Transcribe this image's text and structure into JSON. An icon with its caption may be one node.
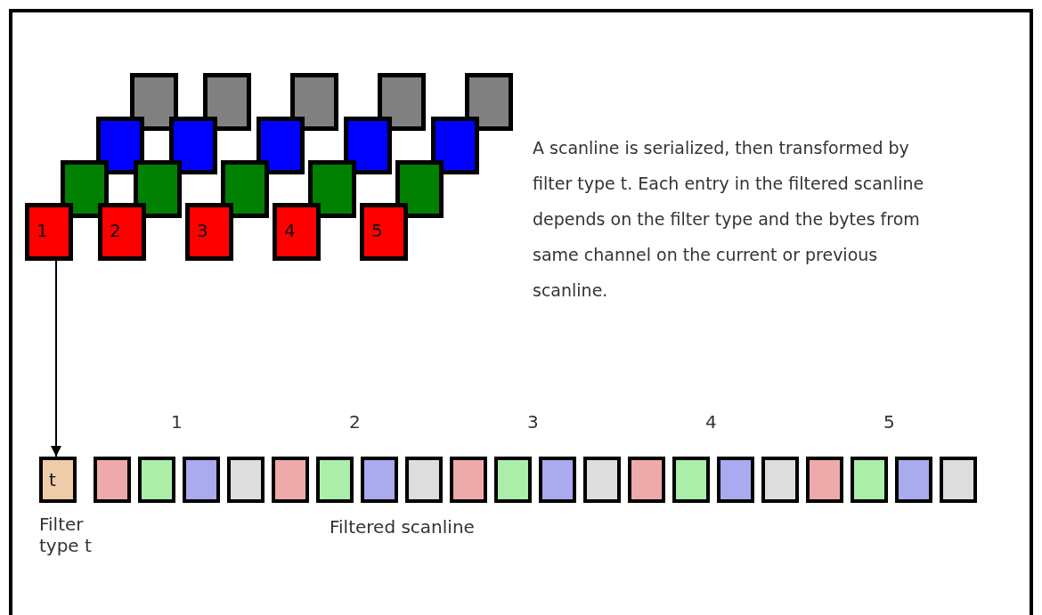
{
  "diagram": {
    "nodes": [
      {
        "text": [],
        "shape": "box"
      },
      {
        "text": [],
        "shape": "box"
      },
      {
        "text": [],
        "shape": "box"
      },
      {
        "text": [],
        "shape": "box"
      },
      {
        "text": [],
        "shape": "box"
      },
      {
        "text": [],
        "shape": "box"
      },
      {
        "text": [],
        "shape": "box"
      },
      {
        "text": [],
        "shape": "box"
      },
      {
        "text": [],
        "shape": "box"
      },
      {
        "text": [],
        "shape": "box"
      },
      {
        "text": [],
        "shape": "box"
      },
      {
        "text": [],
        "shape": "box"
      },
      {
        "text": [],
        "shape": "box"
      },
      {
        "text": [],
        "shape": "box"
      },
      {
        "text": [],
        "shape": "box"
      },
      {
        "text": [
          "1"
        ]
      },
      {
        "text": [
          "2"
        ]
      },
      {
        "text": [
          "3"
        ]
      },
      {
        "text": [
          "4"
        ]
      },
      {
        "text": [
          "5"
        ]
      },
      {
        "text": [
          "t"
        ],
        "beside": [
          "Filter type t"
        ]
      },
      {
        "text": [],
        "shape": "box"
      },
      {
        "text": [],
        "shape": "box"
      },
      {
        "text": [],
        "shape": "box"
      },
      {
        "text": [],
        "shape": "box"
      },
      {
        "text": [],
        "shape": "box"
      },
      {
        "text": [],
        "shape": "box"
      },
      {
        "text": [],
        "shape": "box"
      },
      {
        "text": [],
        "shape": "box"
      },
      {
        "text": [],
        "shape": "box"
      },
      {
        "text": [],
        "shape": "box"
      },
      {
        "text": [],
        "shape": "box"
      },
      {
        "text": [],
        "shape": "box"
      },
      {
        "text": [],
        "shape": "box"
      },
      {
        "text": [],
        "shape": "box"
      },
      {
        "text": [],
        "shape": "box"
      },
      {
        "text": [],
        "shape": "box"
      },
      {
        "text": [],
        "shape": "box"
      },
      {
        "text": [],
        "shape": "box"
      },
      {
        "text": [],
        "shape": "box"
      },
      {
        "text": [],
        "shape": "box"
      }
    ],
    "edges": [
      {
        "from": 15,
        "to": 20,
        "arrow": "to"
      }
    ],
    "labels": [
      "A scanline is serialized, then transformed by filter type t. Each entry in the filtered scanline depends on the filter type and the bytes from same channel on the current or previous scanline.",
      "1",
      "2",
      "3",
      "4",
      "5",
      "Filtered scanline"
    ]
  }
}
